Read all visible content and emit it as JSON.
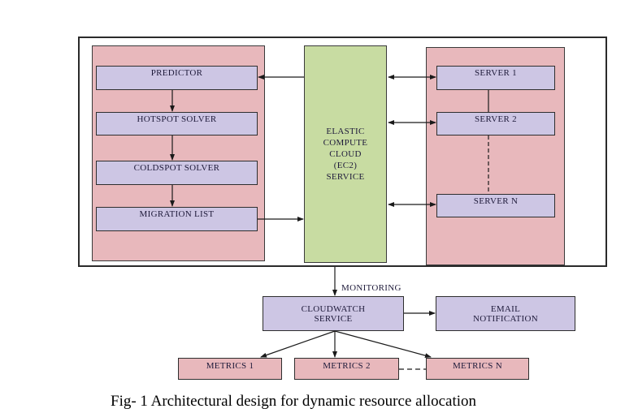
{
  "diagram": {
    "left_panel": {
      "nodes": [
        {
          "id": "predictor",
          "label": "PREDICTOR"
        },
        {
          "id": "hotspot_solver",
          "label": "HOTSPOT SOLVER"
        },
        {
          "id": "coldspot_solver",
          "label": "COLDSPOT SOLVER"
        },
        {
          "id": "migration_list",
          "label": "MIGRATION LIST"
        }
      ]
    },
    "center": {
      "id": "ec2_service",
      "label": "ELASTIC\nCOMPUTE\nCLOUD\n(EC2)\nSERVICE"
    },
    "right_panel": {
      "nodes": [
        {
          "id": "server_1",
          "label": "SERVER 1"
        },
        {
          "id": "server_2",
          "label": "SERVER 2"
        },
        {
          "id": "server_n",
          "label": "SERVER N"
        }
      ]
    },
    "monitoring_label": "MONITORING",
    "cloudwatch": {
      "id": "cloudwatch_service",
      "label": "CLOUDWATCH\nSERVICE",
      "line1": "CLOUDWATCH",
      "line2": "SERVICE"
    },
    "email": {
      "id": "email_notification",
      "label": "EMAIL\nNOTIFICATION",
      "line1": "EMAIL",
      "line2": "NOTIFICATION"
    },
    "metrics": [
      {
        "id": "metrics_1",
        "label": "METRICS 1"
      },
      {
        "id": "metrics_2",
        "label": "METRICS 2"
      },
      {
        "id": "metrics_n",
        "label": "METRICS N"
      }
    ],
    "edges": [
      {
        "from": "ec2_service",
        "to": "predictor",
        "style": "arrow"
      },
      {
        "from": "predictor",
        "to": "hotspot_solver",
        "style": "arrow"
      },
      {
        "from": "hotspot_solver",
        "to": "coldspot_solver",
        "style": "arrow"
      },
      {
        "from": "coldspot_solver",
        "to": "migration_list",
        "style": "arrow"
      },
      {
        "from": "migration_list",
        "to": "ec2_service",
        "style": "arrow"
      },
      {
        "from": "ec2_service",
        "to": "server_1",
        "style": "double-arrow"
      },
      {
        "from": "ec2_service",
        "to": "server_2",
        "style": "double-arrow"
      },
      {
        "from": "ec2_service",
        "to": "server_n",
        "style": "double-arrow"
      },
      {
        "from": "server_1",
        "to": "server_2",
        "style": "line"
      },
      {
        "from": "server_2",
        "to": "server_n",
        "style": "dashed"
      },
      {
        "from": "ec2_service",
        "to": "cloudwatch_service",
        "style": "arrow",
        "label": "MONITORING"
      },
      {
        "from": "cloudwatch_service",
        "to": "email_notification",
        "style": "arrow"
      },
      {
        "from": "cloudwatch_service",
        "to": "metrics_1",
        "style": "arrow"
      },
      {
        "from": "cloudwatch_service",
        "to": "metrics_2",
        "style": "arrow"
      },
      {
        "from": "cloudwatch_service",
        "to": "metrics_n",
        "style": "arrow"
      },
      {
        "from": "metrics_2",
        "to": "metrics_n",
        "style": "dashed"
      }
    ],
    "colors": {
      "panel_pink": "#e8b8bc",
      "node_lavender": "#cdc6e4",
      "ec2_green": "#c8dca2",
      "text": "#1e1a3a"
    }
  },
  "caption": "Fig- 1 Architectural design for dynamic resource allocation"
}
